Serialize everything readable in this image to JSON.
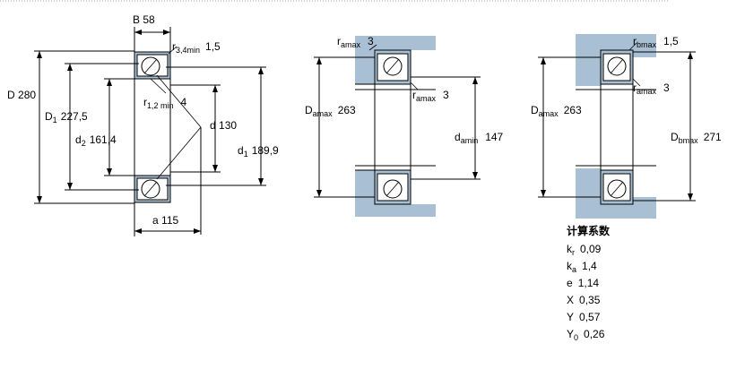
{
  "drawing": {
    "left": {
      "B": {
        "sym": "B",
        "val": "58"
      },
      "r34": {
        "sym": "r",
        "sub": "3,4min",
        "val": "1,5"
      },
      "r12": {
        "sym": "r",
        "sub": "1,2 min",
        "val": "4"
      },
      "D": {
        "sym": "D",
        "val": "280"
      },
      "D1": {
        "sym": "D",
        "sub": "1",
        "val": "227,5"
      },
      "d2": {
        "sym": "d",
        "sub": "2",
        "val": "161,4"
      },
      "d": {
        "sym": "d",
        "val": "130"
      },
      "d1": {
        "sym": "d",
        "sub": "1",
        "val": "189,9"
      },
      "a": {
        "sym": "a",
        "val": "115"
      }
    },
    "middle": {
      "ra_top": {
        "sym": "r",
        "sub": "amax",
        "val": "3"
      },
      "ra_mid": {
        "sym": "r",
        "sub": "amax",
        "val": "3"
      },
      "Da": {
        "sym": "D",
        "sub": "amax",
        "val": "263"
      },
      "da": {
        "sym": "d",
        "sub": "amin",
        "val": "147"
      }
    },
    "right": {
      "rb": {
        "sym": "r",
        "sub": "bmax",
        "val": "1,5"
      },
      "ra": {
        "sym": "r",
        "sub": "amax",
        "val": "3"
      },
      "Da": {
        "sym": "D",
        "sub": "amax",
        "val": "263"
      },
      "Db": {
        "sym": "D",
        "sub": "bmax",
        "val": "271"
      }
    },
    "factors": {
      "title": "计算系数",
      "items": [
        {
          "sym": "k",
          "sub": "r",
          "val": "0,09"
        },
        {
          "sym": "k",
          "sub": "a",
          "val": "1,4"
        },
        {
          "sym": "e",
          "sub": "",
          "val": "1,14"
        },
        {
          "sym": "X",
          "sub": "",
          "val": "0,35"
        },
        {
          "sym": "Y",
          "sub": "",
          "val": "0,57"
        },
        {
          "sym": "Y",
          "sub": "0",
          "val": "0,26"
        }
      ]
    }
  }
}
